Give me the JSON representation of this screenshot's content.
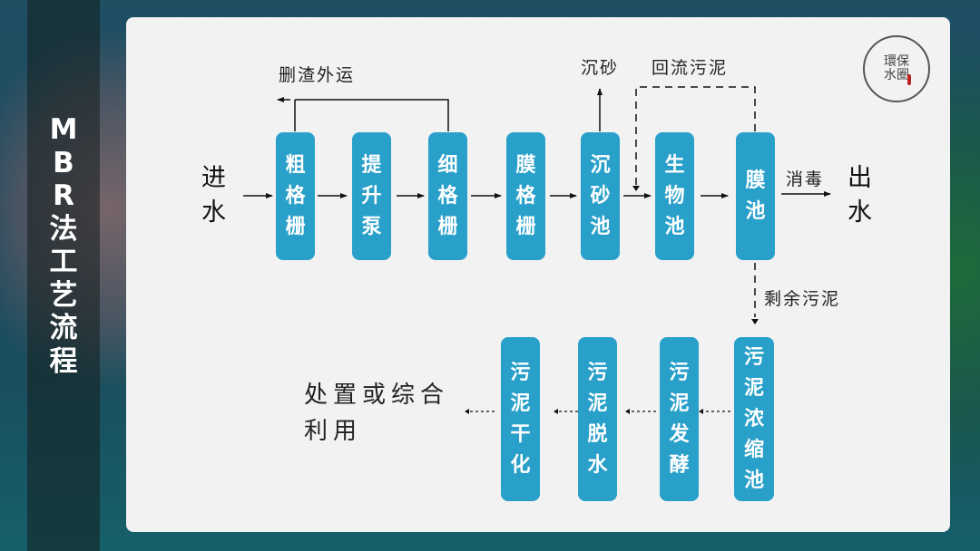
{
  "title": {
    "chars": [
      "M",
      "B",
      "R",
      "法",
      "工",
      "艺",
      "流",
      "程"
    ]
  },
  "logo": {
    "text": "環保水圈"
  },
  "inflow": {
    "line1": "进",
    "line2": "水"
  },
  "outflow": {
    "line1": "出",
    "line2": "水"
  },
  "main_process": [
    {
      "id": "coarse-screen",
      "chars": [
        "粗",
        "格",
        "栅"
      ]
    },
    {
      "id": "lift-pump",
      "chars": [
        "提",
        "升",
        "泵"
      ]
    },
    {
      "id": "fine-screen",
      "chars": [
        "细",
        "格",
        "栅"
      ]
    },
    {
      "id": "membrane-screen",
      "chars": [
        "膜",
        "格",
        "栅"
      ]
    },
    {
      "id": "grit-chamber",
      "chars": [
        "沉",
        "砂",
        "池"
      ]
    },
    {
      "id": "bio-tank",
      "chars": [
        "生",
        "物",
        "池"
      ]
    },
    {
      "id": "membrane-tank",
      "chars": [
        "膜",
        "池"
      ]
    }
  ],
  "sludge_process": [
    {
      "id": "sludge-thickening",
      "chars": [
        "污",
        "泥",
        "浓",
        "缩",
        "池"
      ]
    },
    {
      "id": "sludge-fermentation",
      "chars": [
        "污",
        "泥",
        "发",
        "酵"
      ]
    },
    {
      "id": "sludge-dewatering",
      "chars": [
        "污",
        "泥",
        "脱",
        "水"
      ]
    },
    {
      "id": "sludge-drying",
      "chars": [
        "污",
        "泥",
        "干",
        "化"
      ]
    }
  ],
  "labels": {
    "screenings": "删渣外运",
    "grit": "沉砂",
    "return_sludge": "回流污泥",
    "disinfection": "消毒",
    "excess_sludge": "剩余污泥",
    "disposal_line1": "处置或综合",
    "disposal_line2": "利用"
  }
}
